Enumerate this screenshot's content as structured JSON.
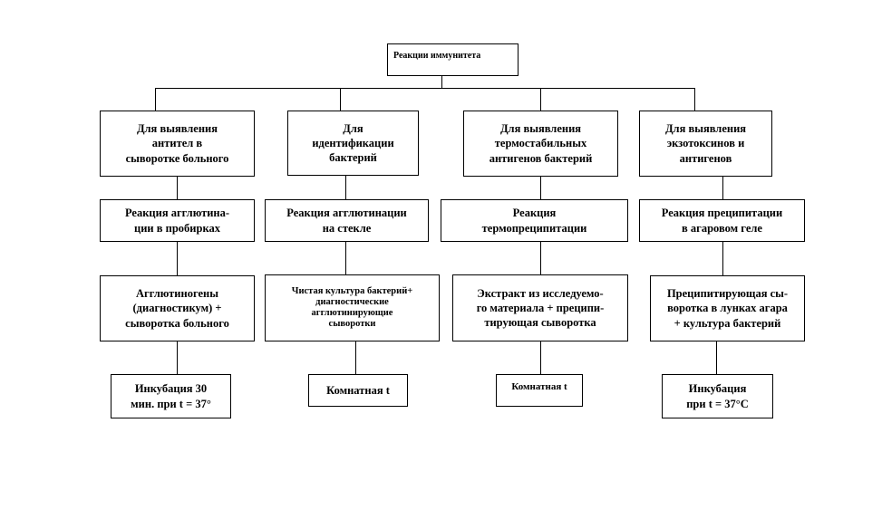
{
  "root": "Реакции иммунитета",
  "columns": [
    {
      "purpose": "Для выявления\nантител в\nсыворотке больного",
      "reaction": "Реакция агглютина-\nции в пробирках",
      "components": "Агглютиногены\n(диагностикум)  +\nсыворотка больного",
      "incubation": "Инкубация  30\nмин. при t = 37°"
    },
    {
      "purpose": "Для\nидентификации\nбактерий",
      "reaction": "Реакция агглютинации\nна стекле",
      "components": "Чистая культура бактерий+\nдиагностические\nагглютинирующие\nсыворотки",
      "incubation": "Комнатная t"
    },
    {
      "purpose": "Для выявления\nтермостабильных\nантигенов бактерий",
      "reaction": "Реакция\nтермопреципитации",
      "components": "Экстракт из исследуемо-\nго материала + преципи-\nтирующая  сыворотка",
      "incubation": "Комнатная t"
    },
    {
      "purpose": "Для выявления\nэкзотоксинов  и\nантигенов",
      "reaction": "Реакция преципитации\nв агаровом геле",
      "components": "Преципитирующая  сы-\nворотка в лунках агара\n+ культура бактерий",
      "incubation": "Инкубация\nпри t = 37°C"
    }
  ]
}
